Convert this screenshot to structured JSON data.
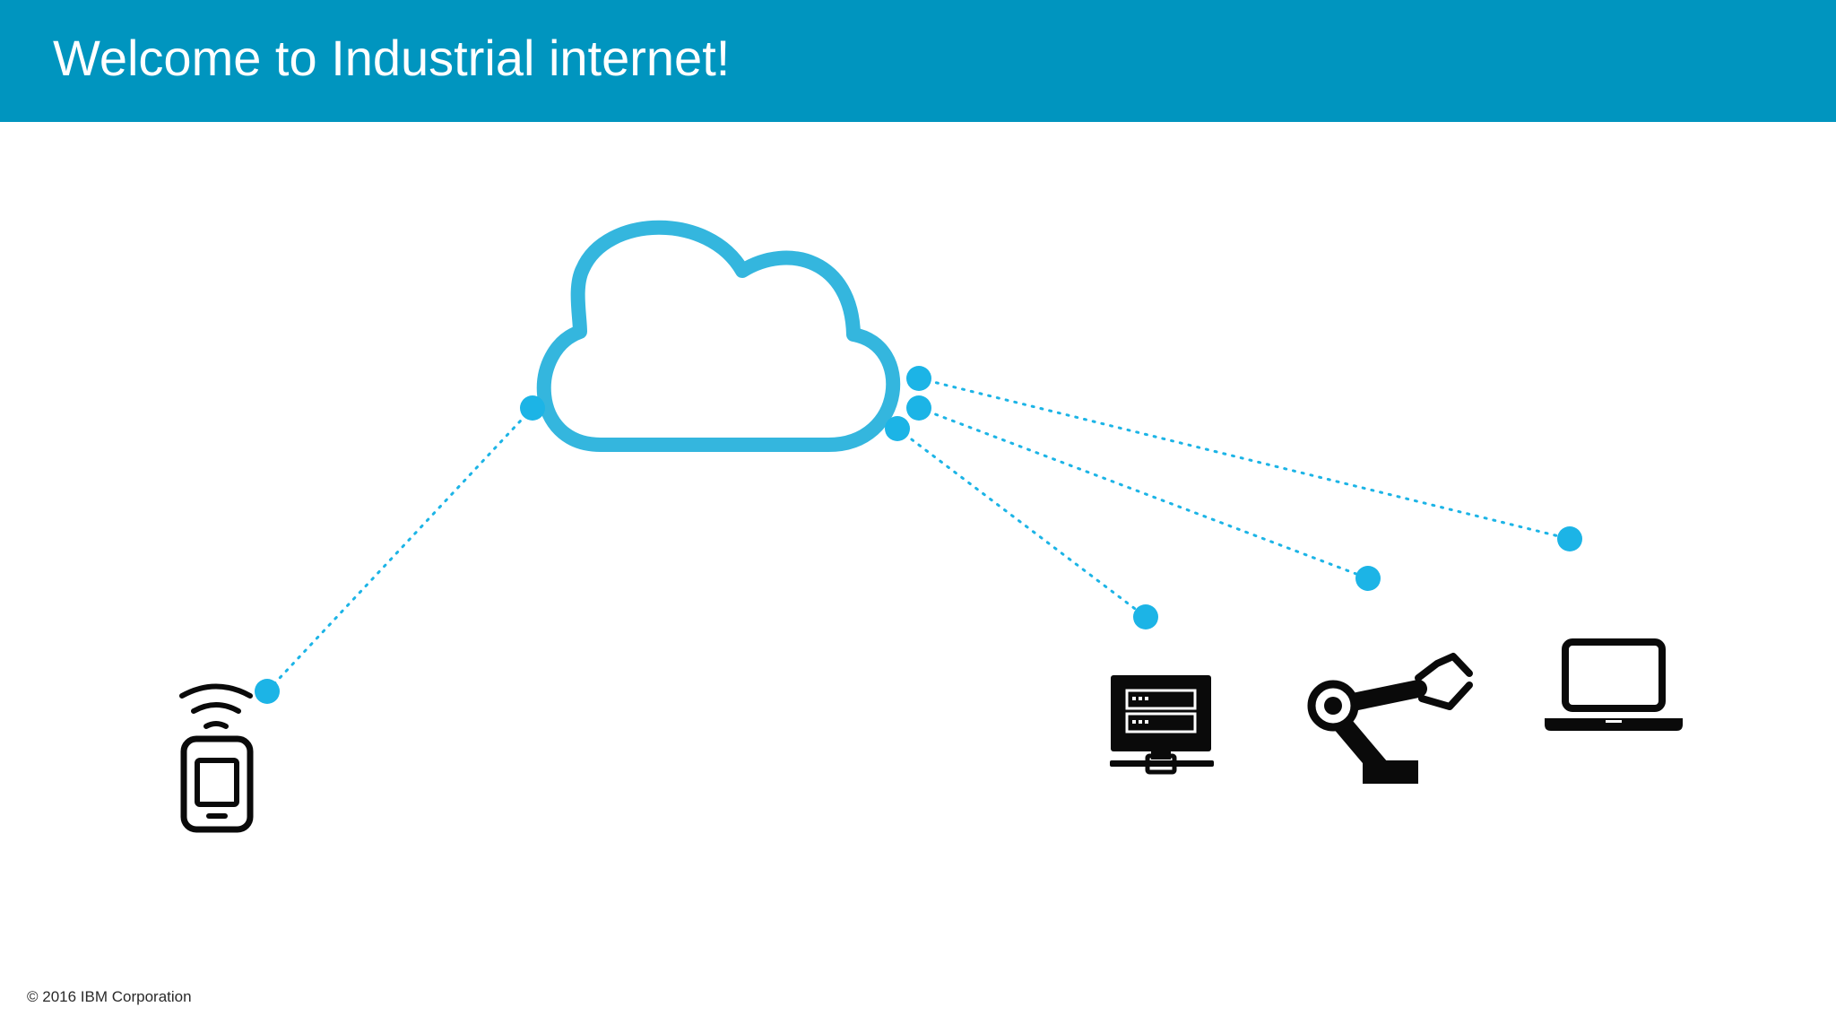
{
  "header": {
    "title": "Welcome to Industrial internet!",
    "background_color": "#0095bf"
  },
  "diagram": {
    "accent_color": "#1cb4e6",
    "cloud_color": "#34b6de",
    "icon_color": "#0a0a0a",
    "nodes": [
      {
        "name": "cloud",
        "icon": "cloud-icon"
      },
      {
        "name": "mobile-device",
        "icon": "smartphone-wireless-icon"
      },
      {
        "name": "server",
        "icon": "server-monitor-icon"
      },
      {
        "name": "industrial-robot",
        "icon": "robot-arm-icon"
      },
      {
        "name": "laptop",
        "icon": "laptop-icon"
      }
    ],
    "connections": [
      {
        "from": "cloud",
        "to": "mobile-device"
      },
      {
        "from": "cloud",
        "to": "server"
      },
      {
        "from": "cloud",
        "to": "industrial-robot"
      },
      {
        "from": "cloud",
        "to": "laptop"
      }
    ]
  },
  "footer": {
    "copyright": "© 2016 IBM Corporation"
  }
}
